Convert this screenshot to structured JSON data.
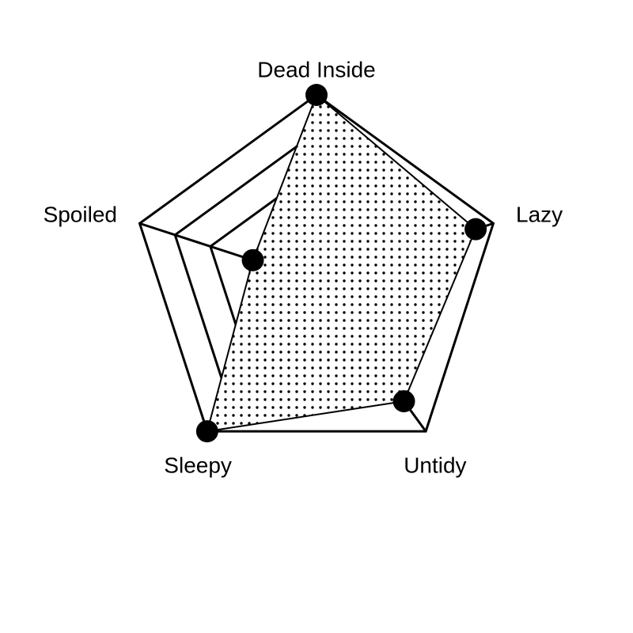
{
  "chart_data": {
    "type": "radar",
    "categories": [
      "Dead Inside",
      "Lazy",
      "Untidy",
      "Sleepy",
      "Spoiled"
    ],
    "series": [
      {
        "values": [
          5,
          4.5,
          4,
          5,
          1.8
        ]
      }
    ],
    "rlim": [
      0,
      5
    ],
    "rings": 5,
    "grid": true,
    "legend": "none",
    "fill_pattern": "dotted",
    "colors": {
      "line": "#000000",
      "fill_dots": "#000000",
      "background": "#ffffff"
    }
  }
}
